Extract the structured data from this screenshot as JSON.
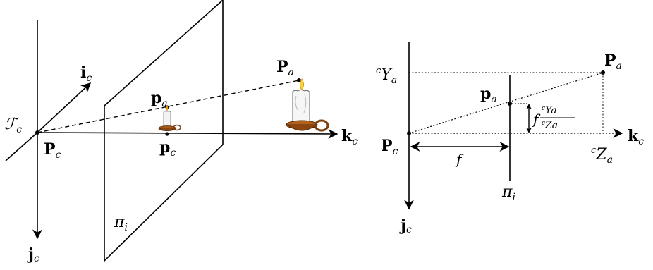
{
  "left_diagram": {
    "frame_label": "ℱ",
    "frame_sub": "c",
    "origin_label": "P",
    "origin_sub": "c",
    "axis_i_label": "i",
    "axis_i_sub": "c",
    "axis_j_label": "j",
    "axis_j_sub": "c",
    "axis_k_label": "k",
    "axis_k_sub": "c",
    "point_pa_label": "p",
    "point_pa_sub": "a",
    "point_Pa_label": "P",
    "point_Pa_sub": "a",
    "point_pc_label": "p",
    "point_pc_sub": "c",
    "plane_label": "π",
    "plane_sub": "i"
  },
  "right_diagram": {
    "Ya_pre": "c",
    "Ya_label": "Y",
    "Ya_sub": "a",
    "Za_pre": "c",
    "Za_label": "Z",
    "Za_sub": "a",
    "Pa_label": "P",
    "Pa_sub": "a",
    "pa_label": "p",
    "pa_sub": "a",
    "Pc_label": "P",
    "Pc_sub": "c",
    "k_label": "k",
    "k_sub": "c",
    "j_label": "j",
    "j_sub": "c",
    "f_label": "f",
    "plane_label": "π",
    "plane_sub": "i",
    "ratio_f": "f",
    "ratio_num": "Ya",
    "ratio_num_pre": "c",
    "ratio_den": "Za",
    "ratio_den_pre": "c"
  }
}
